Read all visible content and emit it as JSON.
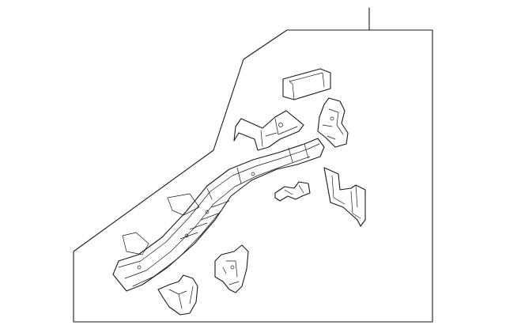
{
  "diagram": {
    "background_color": "#ffffff",
    "line_color": "#1a1a1a",
    "parts": [
      {
        "name": "rear-frame-rail"
      },
      {
        "name": "upper-channel-bracket"
      },
      {
        "name": "mounting-bracket"
      },
      {
        "name": "gusset-plate-right"
      },
      {
        "name": "small-bracket-center"
      },
      {
        "name": "side-panel-bracket"
      },
      {
        "name": "lower-reinforcement"
      },
      {
        "name": "lower-bracket-left"
      }
    ]
  }
}
